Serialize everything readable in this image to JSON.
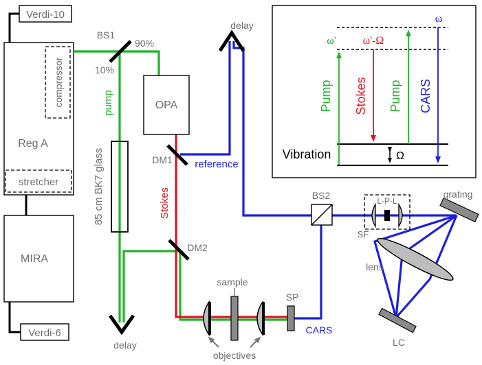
{
  "labels": {
    "verdi10": "Verdi-10",
    "verdi6": "Verdi-6",
    "compressor": "compressor",
    "rega": "Reg A",
    "stretcher": "stretcher",
    "mira": "MIRA",
    "bs1": "BS1",
    "pct90": "90%",
    "pct10": "10%",
    "pump": "pump",
    "glass": "85 cm BK7 glass",
    "opa": "OPA",
    "dm1": "DM1",
    "dm2": "DM2",
    "delay_top": "delay",
    "delay_bottom": "delay",
    "reference": "reference",
    "stokes": "Stokes",
    "sample": "sample",
    "objectives": "objectives",
    "sp": "SP",
    "cars": "CARS",
    "bs2": "BS2",
    "lpl": "L-P-L",
    "sf": "SF",
    "grating": "grating",
    "lens": "lens",
    "lc": "LC"
  },
  "inset": {
    "omega": "ω",
    "omega_prime": "ω'",
    "omega_prime_minus_Omega": "ω'-Ω",
    "pump1": "Pump",
    "stokes": "Stokes",
    "pump2": "Pump",
    "cars": "CARS",
    "vibration": "Vibration",
    "Omega": "Ω"
  },
  "colors": {
    "pump_green": "#22b22c",
    "stokes_red": "#e0141e",
    "cars_blue": "#1e1edc",
    "label_gray": "#6e6e6e"
  }
}
